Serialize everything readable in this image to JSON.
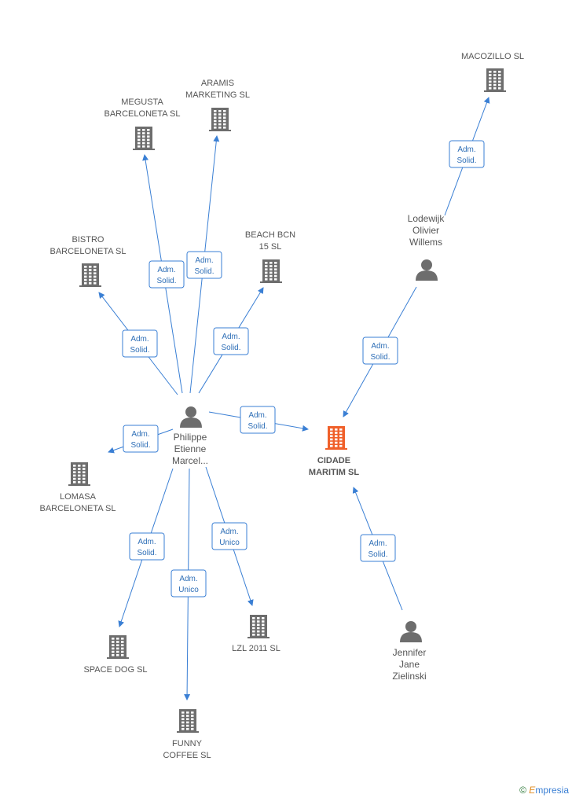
{
  "nodes": [
    {
      "id": "philippe",
      "type": "person",
      "lines": [
        "Philippe",
        "Etienne",
        "Marcel..."
      ]
    },
    {
      "id": "cidade",
      "type": "company-main",
      "lines": [
        "CIDADE",
        "MARITIM SL"
      ]
    },
    {
      "id": "megusta",
      "type": "company",
      "lines": [
        "MEGUSTA",
        "BARCELONETA SL"
      ]
    },
    {
      "id": "aramis",
      "type": "company",
      "lines": [
        "ARAMIS",
        "MARKETING SL"
      ]
    },
    {
      "id": "bistro",
      "type": "company",
      "lines": [
        "BISTRO",
        "BARCELONETA SL"
      ]
    },
    {
      "id": "beachbcn",
      "type": "company",
      "lines": [
        "BEACH BCN",
        "15 SL"
      ]
    },
    {
      "id": "lomasa",
      "type": "company",
      "lines": [
        "LOMASA",
        "BARCELONETA SL"
      ]
    },
    {
      "id": "spacedog",
      "type": "company",
      "lines": [
        "SPACE DOG SL"
      ]
    },
    {
      "id": "funnycoffee",
      "type": "company",
      "lines": [
        "FUNNY",
        "COFFEE SL"
      ]
    },
    {
      "id": "lzl",
      "type": "company",
      "lines": [
        "LZL 2011 SL"
      ]
    },
    {
      "id": "macozillo",
      "type": "company",
      "lines": [
        "MACOZILLO SL"
      ]
    },
    {
      "id": "lodewijk",
      "type": "person",
      "lines": [
        "Lodewijk",
        "Olivier",
        "Willems"
      ]
    },
    {
      "id": "jennifer",
      "type": "person",
      "lines": [
        "Jennifer",
        "Jane",
        "Zielinski"
      ]
    }
  ],
  "edges": [
    {
      "from": "philippe",
      "to": "megusta",
      "label": [
        "Adm.",
        "Solid."
      ]
    },
    {
      "from": "philippe",
      "to": "aramis",
      "label": [
        "Adm.",
        "Solid."
      ]
    },
    {
      "from": "philippe",
      "to": "bistro",
      "label": [
        "Adm.",
        "Solid."
      ]
    },
    {
      "from": "philippe",
      "to": "beachbcn",
      "label": [
        "Adm.",
        "Solid."
      ]
    },
    {
      "from": "philippe",
      "to": "cidade",
      "label": [
        "Adm.",
        "Solid."
      ]
    },
    {
      "from": "philippe",
      "to": "lomasa",
      "label": [
        "Adm.",
        "Solid."
      ]
    },
    {
      "from": "philippe",
      "to": "spacedog",
      "label": [
        "Adm.",
        "Solid."
      ]
    },
    {
      "from": "philippe",
      "to": "funnycoffee",
      "label": [
        "Adm.",
        "Unico"
      ]
    },
    {
      "from": "philippe",
      "to": "lzl",
      "label": [
        "Adm.",
        "Unico"
      ]
    },
    {
      "from": "lodewijk",
      "to": "macozillo",
      "label": [
        "Adm.",
        "Solid."
      ]
    },
    {
      "from": "lodewijk",
      "to": "cidade",
      "label": [
        "Adm.",
        "Solid."
      ]
    },
    {
      "from": "jennifer",
      "to": "cidade",
      "label": [
        "Adm.",
        "Solid."
      ]
    }
  ],
  "colors": {
    "edge": "#3a7fd4",
    "icon": "#6d6d6d",
    "main_icon": "#f0602a",
    "text": "#555555"
  },
  "footer": {
    "copyright": "©",
    "brand_first": "E",
    "brand_rest": "mpresia"
  }
}
